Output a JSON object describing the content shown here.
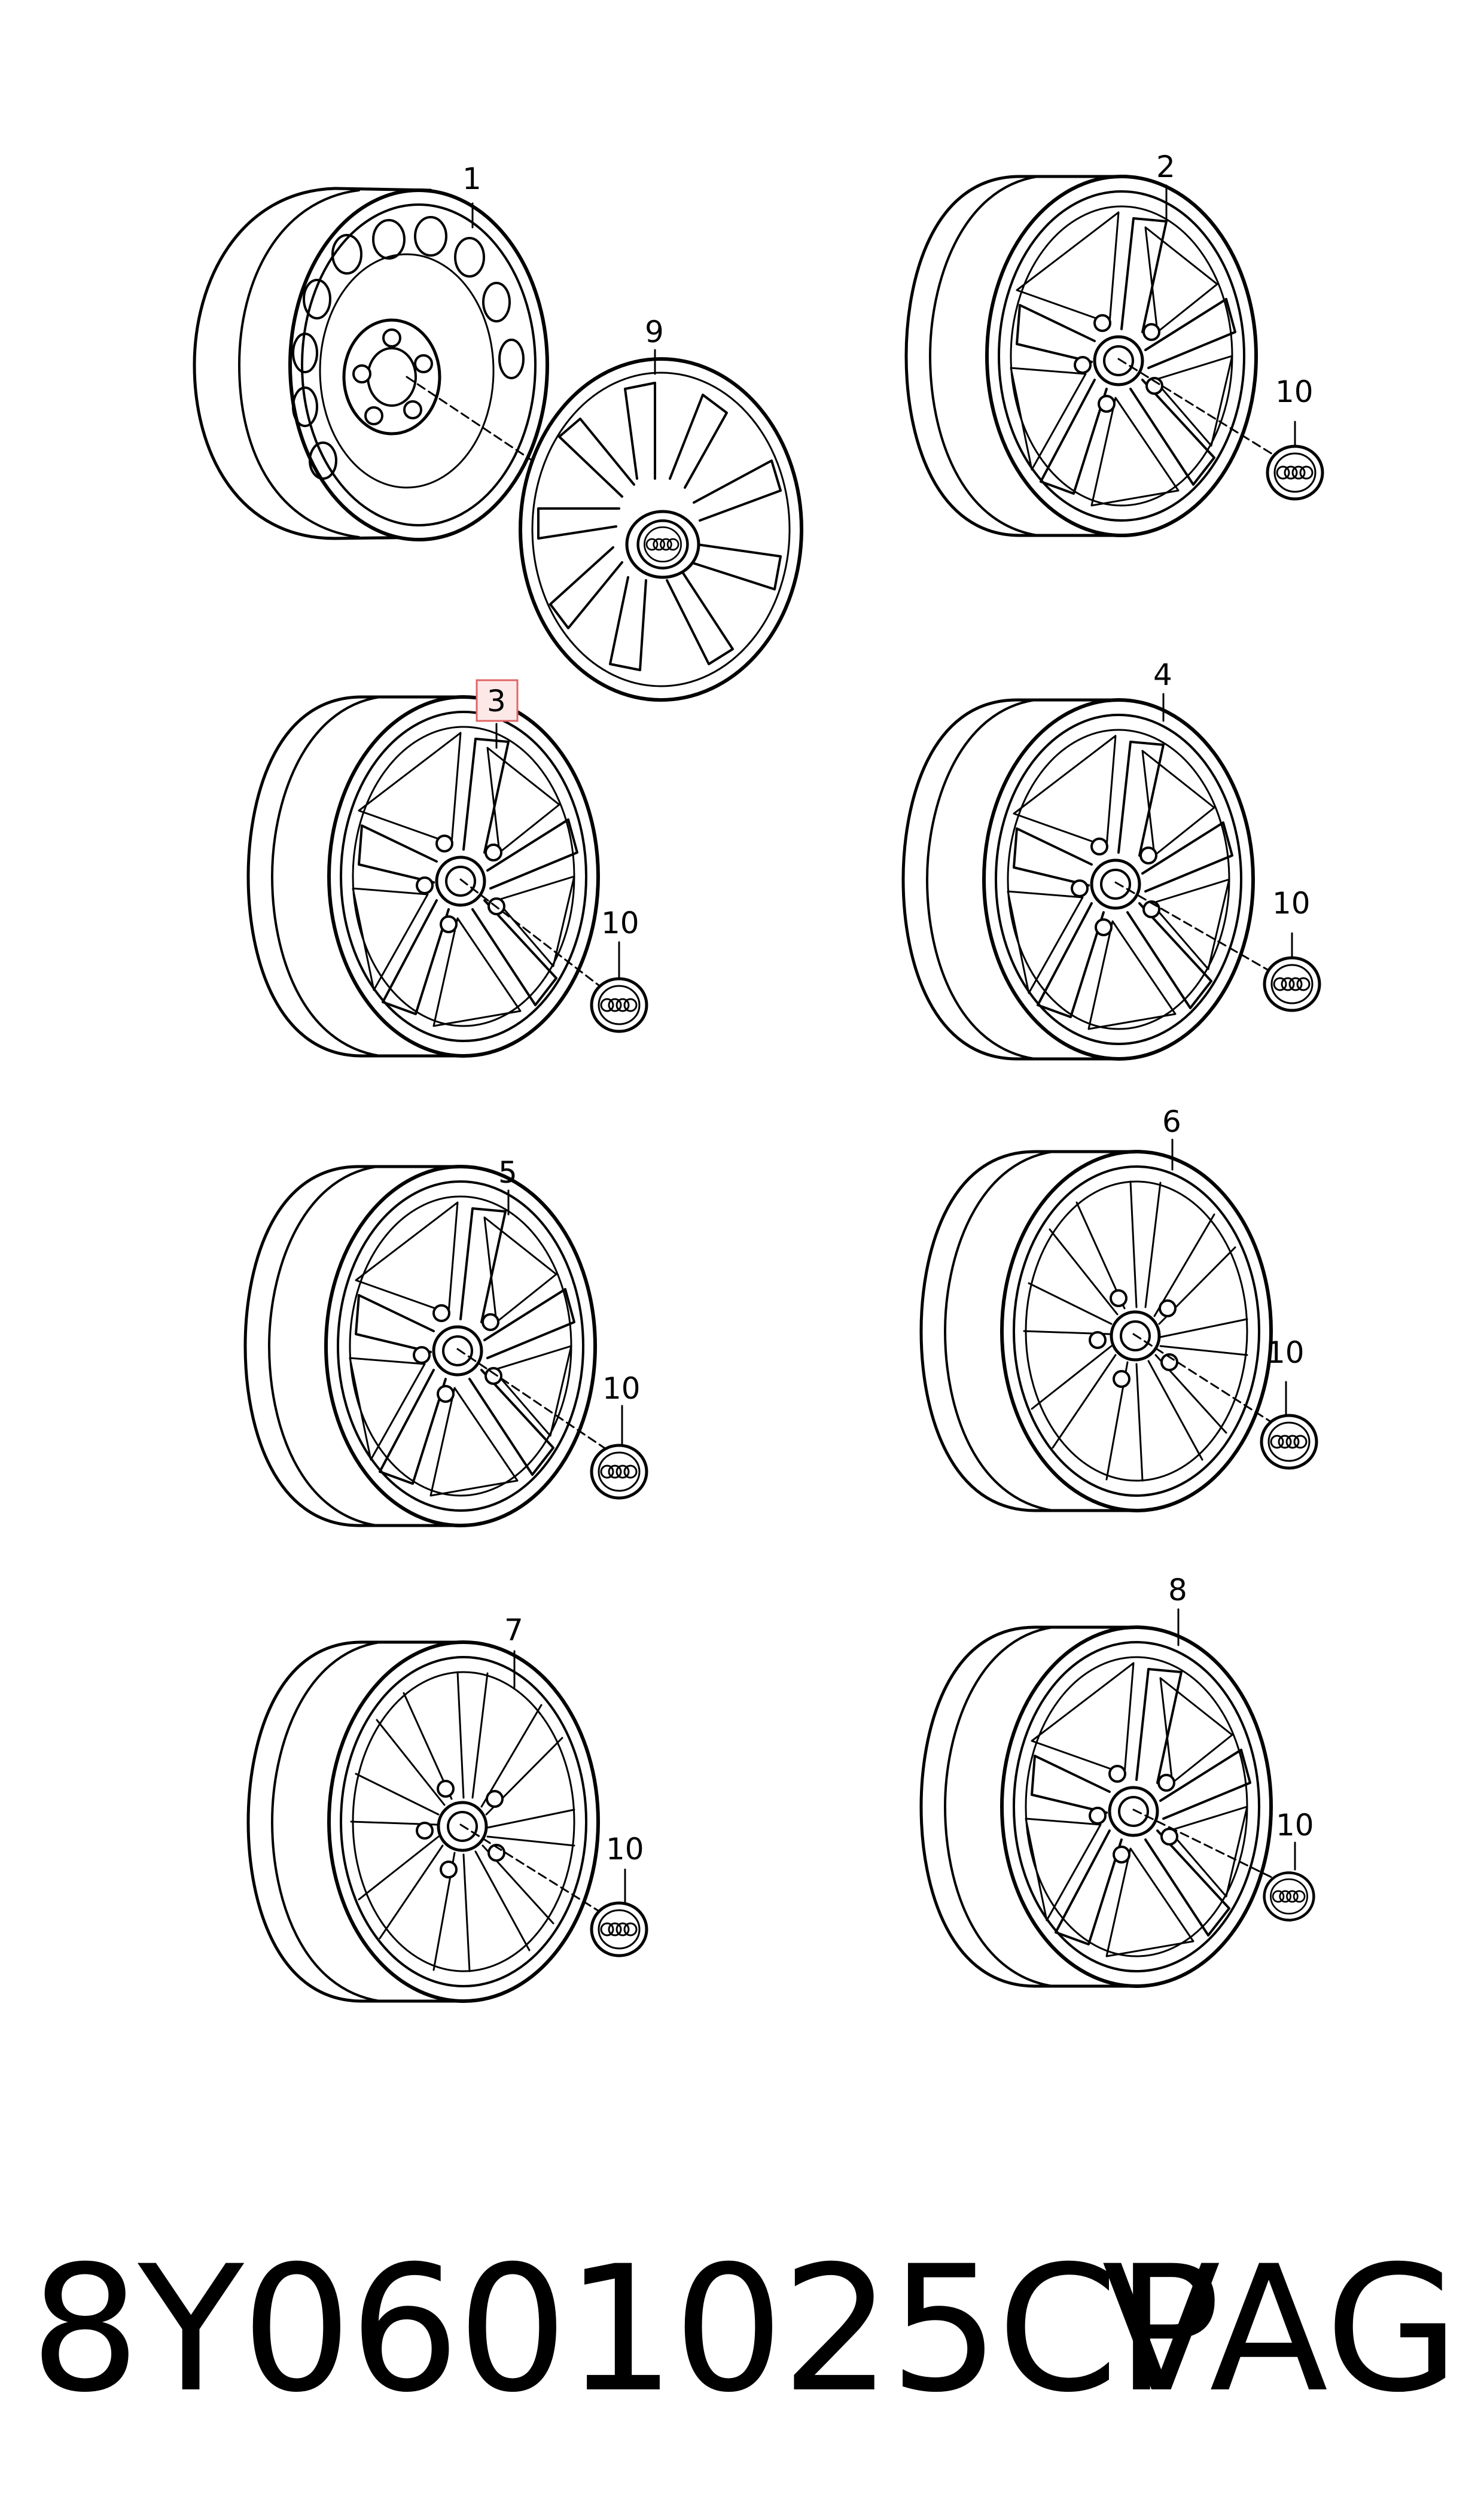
{
  "callouts": [
    "1",
    "2",
    "3",
    "4",
    "5",
    "6",
    "7",
    "8",
    "9",
    "10"
  ],
  "highlighted_callout": "3",
  "footer": {
    "part_number": "8Y0601025CP",
    "brand": "VAG"
  }
}
